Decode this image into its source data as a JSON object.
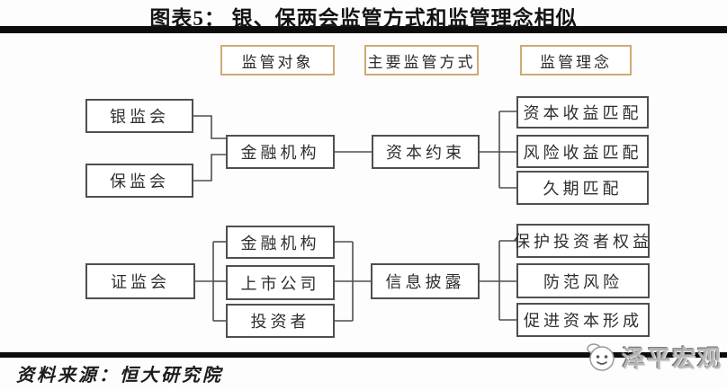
{
  "title": "图表5：  银、保两会监管方式和监管理念相似",
  "headers": [
    {
      "label": "监管对象"
    },
    {
      "label": "主要监管方式"
    },
    {
      "label": "监管理念"
    }
  ],
  "top_flow": {
    "regulators": [
      "银监会",
      "保监会"
    ],
    "target": "金融机构",
    "method": "资本约束",
    "principles": [
      "资本收益匹配",
      "风险收益匹配",
      "久期匹配"
    ]
  },
  "bottom_flow": {
    "regulator": "证监会",
    "targets": [
      "金融机构",
      "上市公司",
      "投资者"
    ],
    "method": "信息披露",
    "principles": [
      "保护投资者权益",
      "防范风险",
      "促进资本形成"
    ]
  },
  "footer": {
    "source": "资料来源：恒大研究院"
  },
  "watermark": {
    "text": "泽平宏观",
    "icon": "mascot-face-icon"
  },
  "colors": {
    "header_border": "#cfa977",
    "box_border": "#4f4f4f",
    "divider_bar": "#0d0d0d",
    "watermark_text": "#b5b5b5"
  }
}
